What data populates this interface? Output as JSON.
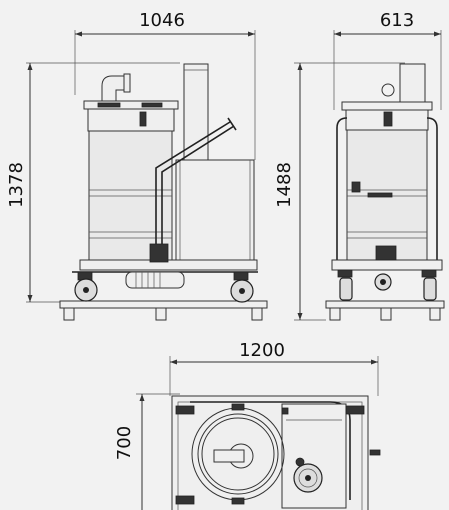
{
  "dimensions": {
    "side_width": "1046",
    "front_width": "613",
    "side_height": "1378",
    "front_height": "1488",
    "top_length": "1200",
    "top_depth": "700"
  },
  "colors": {
    "background": "#f2f2f2",
    "line": "#333333"
  }
}
